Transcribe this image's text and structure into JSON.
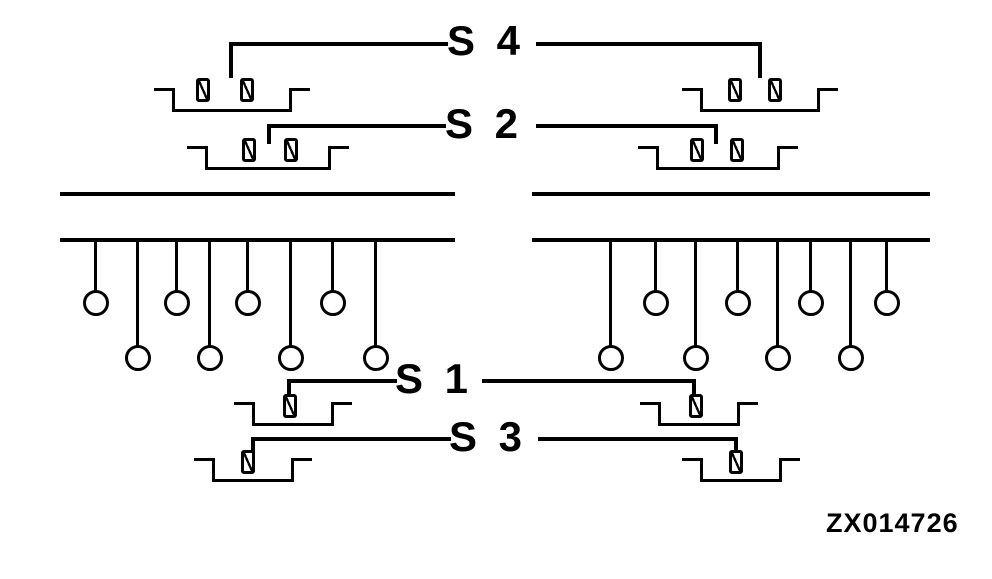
{
  "labels": {
    "s4": "S 4",
    "s2": "S 2",
    "s1": "S 1",
    "s3": "S 3"
  },
  "figure_code": "ZX014726",
  "colors": {
    "line": "#000000",
    "background": "#ffffff"
  },
  "connectors": {
    "s4": {
      "sides": 2,
      "pins_per_side": 2
    },
    "s2": {
      "sides": 2,
      "pins_per_side": 2
    },
    "s1": {
      "sides": 2,
      "pins_per_side": 1
    },
    "s3": {
      "sides": 2,
      "pins_per_side": 1
    }
  },
  "rails": {
    "left_drop_count": 8,
    "right_drop_count": 8
  }
}
